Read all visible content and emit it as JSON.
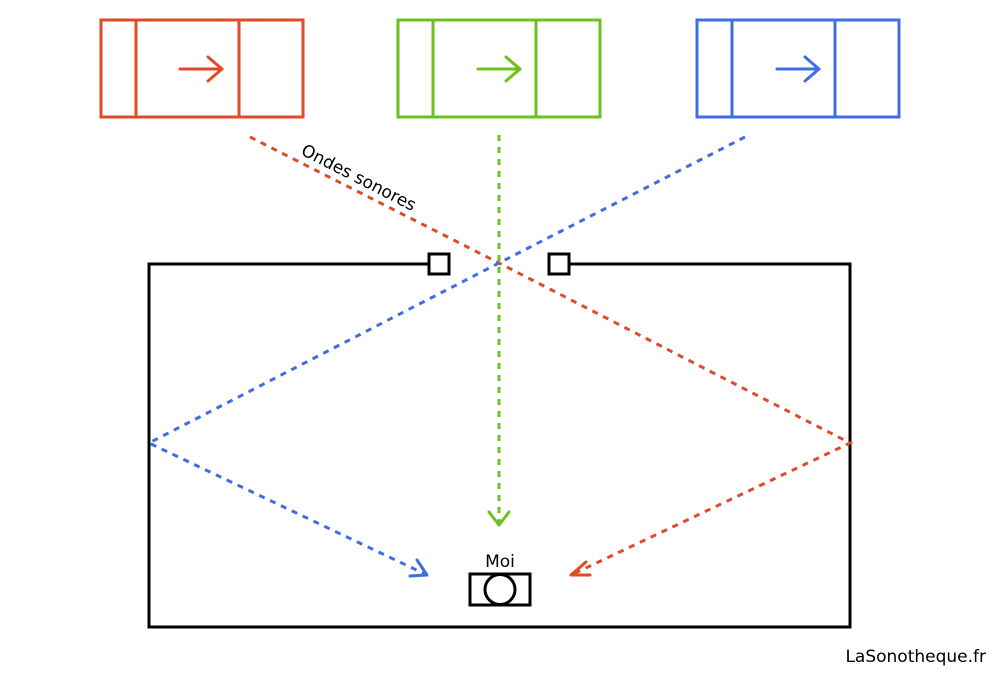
{
  "labels": {
    "sound_waves": "Ondes sonores",
    "listener": "Moi",
    "credit": "LaSonotheque.fr"
  },
  "colors": {
    "left_source": "#e04a26",
    "center_source": "#6cc11e",
    "right_source": "#3f6ee0",
    "room": "#000000"
  },
  "icons": {
    "source": "arrow-right-icon",
    "listener": "listener-head-icon",
    "openings": "square-opening-icon"
  }
}
